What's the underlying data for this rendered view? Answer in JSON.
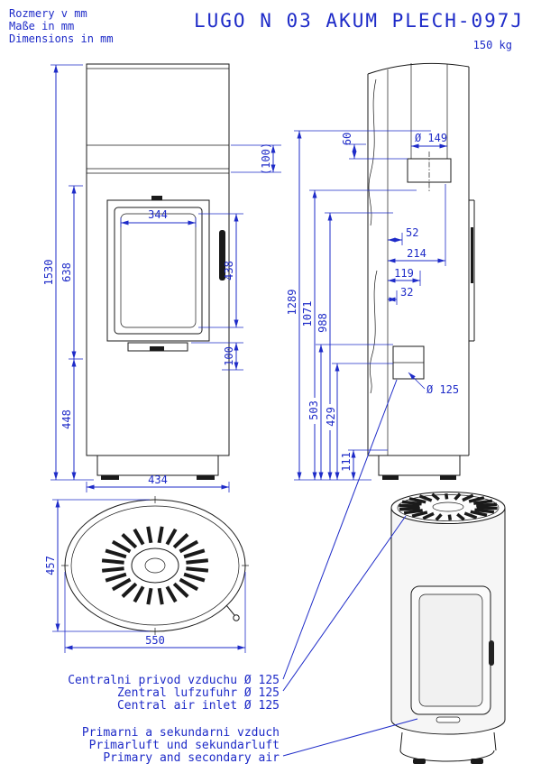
{
  "header": {
    "notes": [
      "Rozmery v mm",
      "Maße in mm",
      "Dimensions in mm"
    ],
    "title": "LUGO N 03 AKUM PLECH-097J",
    "weight": "150 kg"
  },
  "front": {
    "h_total": "1530",
    "h_mid": "638",
    "h_bottom": "448",
    "top_ref": "(100)",
    "glass_w": "344",
    "door_h": "438",
    "ash_h": "100",
    "width": "434"
  },
  "side": {
    "flue_offset": "60",
    "flue_dia": "Ø 149",
    "off_52": "52",
    "off_214": "214",
    "off_119": "119",
    "off_32": "32",
    "h_1289": "1289",
    "h_1071": "1071",
    "h_988": "988",
    "h_503": "503",
    "h_429": "429",
    "h_111": "111",
    "inlet_dia": "Ø 125"
  },
  "top": {
    "depth": "457",
    "width": "550"
  },
  "annotations": {
    "central": [
      "Centralni privod vzduchu Ø 125",
      "Zentral lufzufuhr Ø 125",
      "Central air inlet Ø 125"
    ],
    "primary": [
      "Primarni a sekundarni vzduch",
      "Primarluft und sekundarluft",
      "Primary and secondary air"
    ]
  },
  "colors": {
    "dimension_blue": "#1e2bc8",
    "line_black": "#1a1a1a"
  }
}
